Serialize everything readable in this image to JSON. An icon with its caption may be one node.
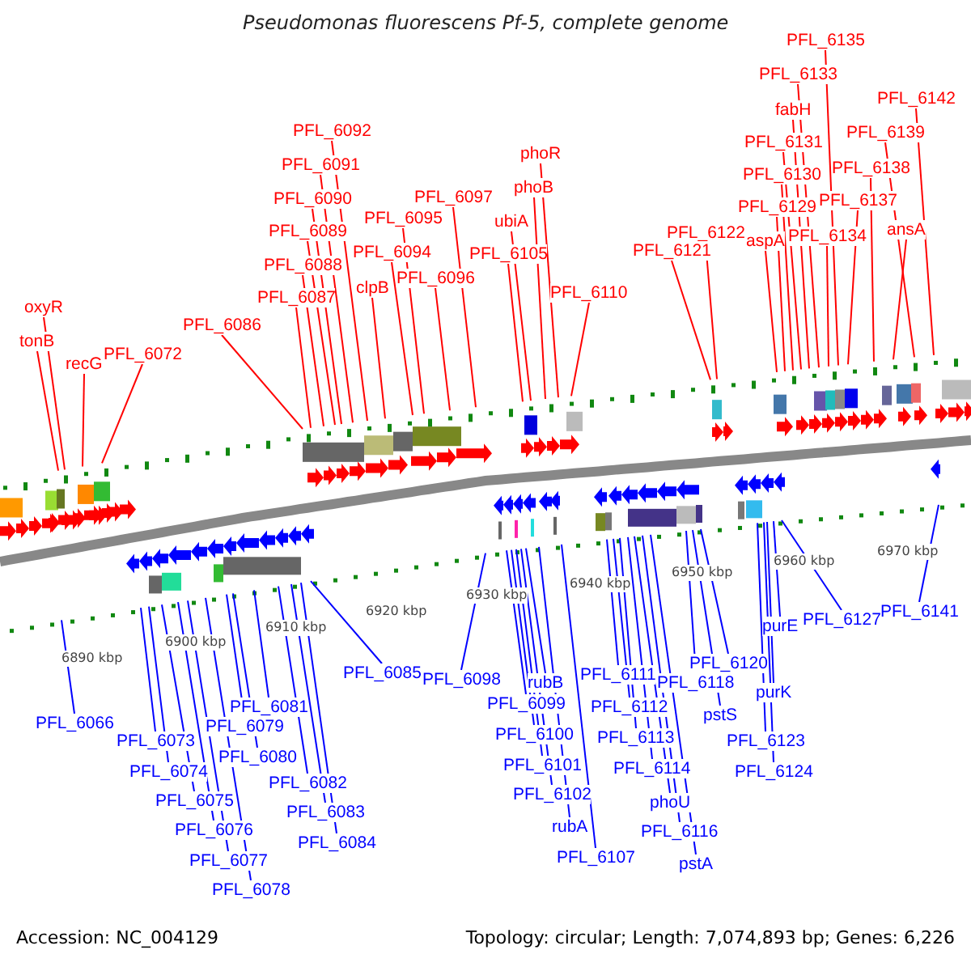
{
  "diagram": {
    "title": "Pseudomonas fluorescens Pf-5, complete genome",
    "nodes": [
      {
        "text": [
          "PFL_6135"
        ]
      },
      {
        "text": [
          "PFL_6133"
        ]
      },
      {
        "text": [
          "PFL_6142"
        ]
      },
      {
        "text": [
          "fabH"
        ]
      },
      {
        "text": [
          "PFL_6092"
        ]
      },
      {
        "text": [
          "PFL_6139"
        ]
      },
      {
        "text": [
          "PFL_6131"
        ]
      },
      {
        "text": [
          "phoR"
        ]
      },
      {
        "text": [
          "PFL_6091"
        ]
      },
      {
        "text": [
          "PFL_6138"
        ]
      },
      {
        "text": [
          "PFL_6130"
        ]
      },
      {
        "text": [
          "phoB"
        ]
      },
      {
        "text": [
          "PFL_6097"
        ]
      },
      {
        "text": [
          "PFL_6090"
        ]
      },
      {
        "text": [
          "PFL_6137"
        ]
      },
      {
        "text": [
          "PFL_6129"
        ]
      },
      {
        "text": [
          "PFL_6095"
        ]
      },
      {
        "text": [
          "ubiA"
        ]
      },
      {
        "text": [
          "ansA"
        ]
      },
      {
        "text": [
          "PFL_6089"
        ]
      },
      {
        "text": [
          "PFL_6122"
        ]
      },
      {
        "text": [
          "PFL_6134"
        ]
      },
      {
        "text": [
          "aspA"
        ]
      },
      {
        "text": [
          "PFL_6121"
        ]
      },
      {
        "text": [
          "PFL_6094"
        ]
      },
      {
        "text": [
          "PFL_6105"
        ]
      },
      {
        "text": [
          "PFL_6088"
        ]
      },
      {
        "text": [
          "PFL_6096"
        ]
      },
      {
        "text": [
          "clpB"
        ]
      },
      {
        "text": [
          "PFL_6110"
        ]
      },
      {
        "text": [
          "PFL_6087"
        ]
      },
      {
        "text": [
          "oxyR"
        ]
      },
      {
        "text": [
          "PFL_6086"
        ]
      },
      {
        "text": [
          "tonB"
        ]
      },
      {
        "text": [
          "PFL_6072"
        ]
      },
      {
        "text": [
          "recG"
        ]
      },
      {
        "text": [
          "PFL_6141"
        ]
      },
      {
        "text": [
          "PFL_6127"
        ]
      },
      {
        "text": [
          "purE"
        ]
      },
      {
        "text": [
          "PFL_6120"
        ]
      },
      {
        "text": [
          "PFL_6085"
        ]
      },
      {
        "text": [
          "PFL_6111"
        ]
      },
      {
        "text": [
          "PFL_6098"
        ]
      },
      {
        "text": [
          "rubB"
        ]
      },
      {
        "text": [
          "PFL_6118"
        ]
      },
      {
        "text": [
          "purK"
        ]
      },
      {
        "text": [
          "PFL_6099"
        ]
      },
      {
        "text": [
          "PFL_6112"
        ]
      },
      {
        "text": [
          "PFL_6081"
        ]
      },
      {
        "text": [
          "pstS"
        ]
      },
      {
        "text": [
          "PFL_6066"
        ]
      },
      {
        "text": [
          "PFL_6079"
        ]
      },
      {
        "text": [
          "PFL_6100"
        ]
      },
      {
        "text": [
          "PFL_6113"
        ]
      },
      {
        "text": [
          "PFL_6073"
        ]
      },
      {
        "text": [
          "PFL_6123"
        ]
      },
      {
        "text": [
          "PFL_6080"
        ]
      },
      {
        "text": [
          "PFL_6101"
        ]
      },
      {
        "text": [
          "PFL_6114"
        ]
      },
      {
        "text": [
          "PFL_6074"
        ]
      },
      {
        "text": [
          "PFL_6124"
        ]
      },
      {
        "text": [
          "PFL_6082"
        ]
      },
      {
        "text": [
          "PFL_6102"
        ]
      },
      {
        "text": [
          "PFL_6075"
        ]
      },
      {
        "text": [
          "phoU"
        ]
      },
      {
        "text": [
          "PFL_6083"
        ]
      },
      {
        "text": [
          "rubA"
        ]
      },
      {
        "text": [
          "PFL_6076"
        ]
      },
      {
        "text": [
          "PFL_6116"
        ]
      },
      {
        "text": [
          "PFL_6084"
        ]
      },
      {
        "text": [
          "PFL_6107"
        ]
      },
      {
        "text": [
          "PFL_6077"
        ]
      },
      {
        "text": [
          "pstA"
        ]
      },
      {
        "text": [
          "PFL_6078"
        ]
      }
    ],
    "edges": [
      {
        "from": 0,
        "to": null,
        "arrow": "none",
        "color": "#ff0000"
      },
      {
        "from": 1,
        "to": null,
        "arrow": "none",
        "color": "#ff0000"
      },
      {
        "from": 2,
        "to": null,
        "arrow": "none",
        "color": "#ff0000"
      },
      {
        "from": 3,
        "to": null,
        "arrow": "none",
        "color": "#ff0000"
      },
      {
        "from": 4,
        "to": null,
        "arrow": "none",
        "color": "#ff0000"
      },
      {
        "from": 5,
        "to": null,
        "arrow": "none",
        "color": "#ff0000"
      },
      {
        "from": 6,
        "to": null,
        "arrow": "none",
        "color": "#ff0000"
      },
      {
        "from": 7,
        "to": null,
        "arrow": "none",
        "color": "#ff0000"
      },
      {
        "from": 8,
        "to": null,
        "arrow": "none",
        "color": "#ff0000"
      },
      {
        "from": 9,
        "to": null,
        "arrow": "none",
        "color": "#ff0000"
      },
      {
        "from": 10,
        "to": null,
        "arrow": "none",
        "color": "#ff0000"
      },
      {
        "from": 11,
        "to": null,
        "arrow": "none",
        "color": "#ff0000"
      },
      {
        "from": 12,
        "to": null,
        "arrow": "none",
        "color": "#ff0000"
      },
      {
        "from": 13,
        "to": null,
        "arrow": "none",
        "color": "#ff0000"
      },
      {
        "from": 14,
        "to": null,
        "arrow": "none",
        "color": "#ff0000"
      },
      {
        "from": 15,
        "to": null,
        "arrow": "none",
        "color": "#ff0000"
      },
      {
        "from": 16,
        "to": null,
        "arrow": "none",
        "color": "#ff0000"
      },
      {
        "from": 17,
        "to": null,
        "arrow": "none",
        "color": "#ff0000"
      },
      {
        "from": 18,
        "to": null,
        "arrow": "none",
        "color": "#ff0000"
      },
      {
        "from": 19,
        "to": null,
        "arrow": "none",
        "color": "#ff0000"
      },
      {
        "from": 20,
        "to": null,
        "arrow": "none",
        "color": "#ff0000"
      },
      {
        "from": 21,
        "to": null,
        "arrow": "none",
        "color": "#ff0000"
      },
      {
        "from": 22,
        "to": null,
        "arrow": "none",
        "color": "#ff0000"
      },
      {
        "from": 23,
        "to": null,
        "arrow": "none",
        "color": "#ff0000"
      },
      {
        "from": 24,
        "to": null,
        "arrow": "none",
        "color": "#ff0000"
      },
      {
        "from": 25,
        "to": null,
        "arrow": "none",
        "color": "#ff0000"
      },
      {
        "from": 26,
        "to": null,
        "arrow": "none",
        "color": "#ff0000"
      },
      {
        "from": 27,
        "to": null,
        "arrow": "none",
        "color": "#ff0000"
      },
      {
        "from": 28,
        "to": null,
        "arrow": "none",
        "color": "#ff0000"
      },
      {
        "from": 29,
        "to": null,
        "arrow": "none",
        "color": "#ff0000"
      },
      {
        "from": 30,
        "to": null,
        "arrow": "none",
        "color": "#ff0000"
      },
      {
        "from": 31,
        "to": null,
        "arrow": "none",
        "color": "#ff0000"
      },
      {
        "from": 32,
        "to": null,
        "arrow": "none",
        "color": "#ff0000"
      },
      {
        "from": 33,
        "to": null,
        "arrow": "none",
        "color": "#ff0000"
      },
      {
        "from": 34,
        "to": null,
        "arrow": "none",
        "color": "#ff0000"
      },
      {
        "from": 35,
        "to": null,
        "arrow": "none",
        "color": "#ff0000"
      },
      {
        "from": 36,
        "to": null,
        "arrow": "none"
      },
      {
        "from": 37,
        "to": null,
        "arrow": "none"
      },
      {
        "from": 38,
        "to": null,
        "arrow": "none"
      },
      {
        "from": 39,
        "to": null,
        "arrow": "none"
      },
      {
        "from": 40,
        "to": null,
        "arrow": "none"
      },
      {
        "from": 41,
        "to": null,
        "arrow": "none"
      },
      {
        "from": 42,
        "to": null,
        "arrow": "none"
      },
      {
        "from": 43,
        "to": null,
        "arrow": "none"
      },
      {
        "from": 44,
        "to": null,
        "arrow": "none"
      },
      {
        "from": 45,
        "to": null,
        "arrow": "none"
      },
      {
        "from": 46,
        "to": null,
        "arrow": "none"
      },
      {
        "from": 47,
        "to": null,
        "arrow": "none"
      },
      {
        "from": 48,
        "to": null,
        "arrow": "none"
      },
      {
        "from": 49,
        "to": null,
        "arrow": "none"
      },
      {
        "from": 50,
        "to": null,
        "arrow": "none"
      },
      {
        "from": 51,
        "to": null,
        "arrow": "none"
      },
      {
        "from": 52,
        "to": null,
        "arrow": "none"
      },
      {
        "from": 53,
        "to": null,
        "arrow": "none"
      },
      {
        "from": 54,
        "to": null,
        "arrow": "none"
      },
      {
        "from": 55,
        "to": null,
        "arrow": "none"
      },
      {
        "from": 56,
        "to": null,
        "arrow": "none"
      },
      {
        "from": 57,
        "to": null,
        "arrow": "none"
      },
      {
        "from": 58,
        "to": null,
        "arrow": "none"
      },
      {
        "from": 59,
        "to": null,
        "arrow": "none"
      },
      {
        "from": 60,
        "to": null,
        "arrow": "none"
      },
      {
        "from": 61,
        "to": null,
        "arrow": "none"
      },
      {
        "from": 62,
        "to": null,
        "arrow": "none"
      },
      {
        "from": 63,
        "to": null,
        "arrow": "none"
      },
      {
        "from": 64,
        "to": null,
        "arrow": "none"
      },
      {
        "from": 65,
        "to": null,
        "arrow": "none"
      },
      {
        "from": 66,
        "to": null,
        "arrow": "none"
      },
      {
        "from": 67,
        "to": null,
        "arrow": "none"
      },
      {
        "from": 68,
        "to": null,
        "arrow": "none"
      },
      {
        "from": 69,
        "to": null,
        "arrow": "none"
      },
      {
        "from": 70,
        "to": null,
        "arrow": "none"
      },
      {
        "from": 71,
        "to": null,
        "arrow": "none"
      },
      {
        "from": 72,
        "to": null,
        "arrow": "none"
      },
      {
        "from": 73,
        "to": null,
        "arrow": "none"
      }
    ],
    "labels": [
      "6890 kbp",
      "6900 kbp",
      "6910 kbp",
      "6920 kbp",
      "6930 kbp",
      "6940 kbp",
      "6950 kbp",
      "6960 kbp",
      "6970 kbp",
      "Accession: NC_004129",
      "Topology: circular; Length: 7,074,893 bp; Genes: 6,226"
    ]
  }
}
